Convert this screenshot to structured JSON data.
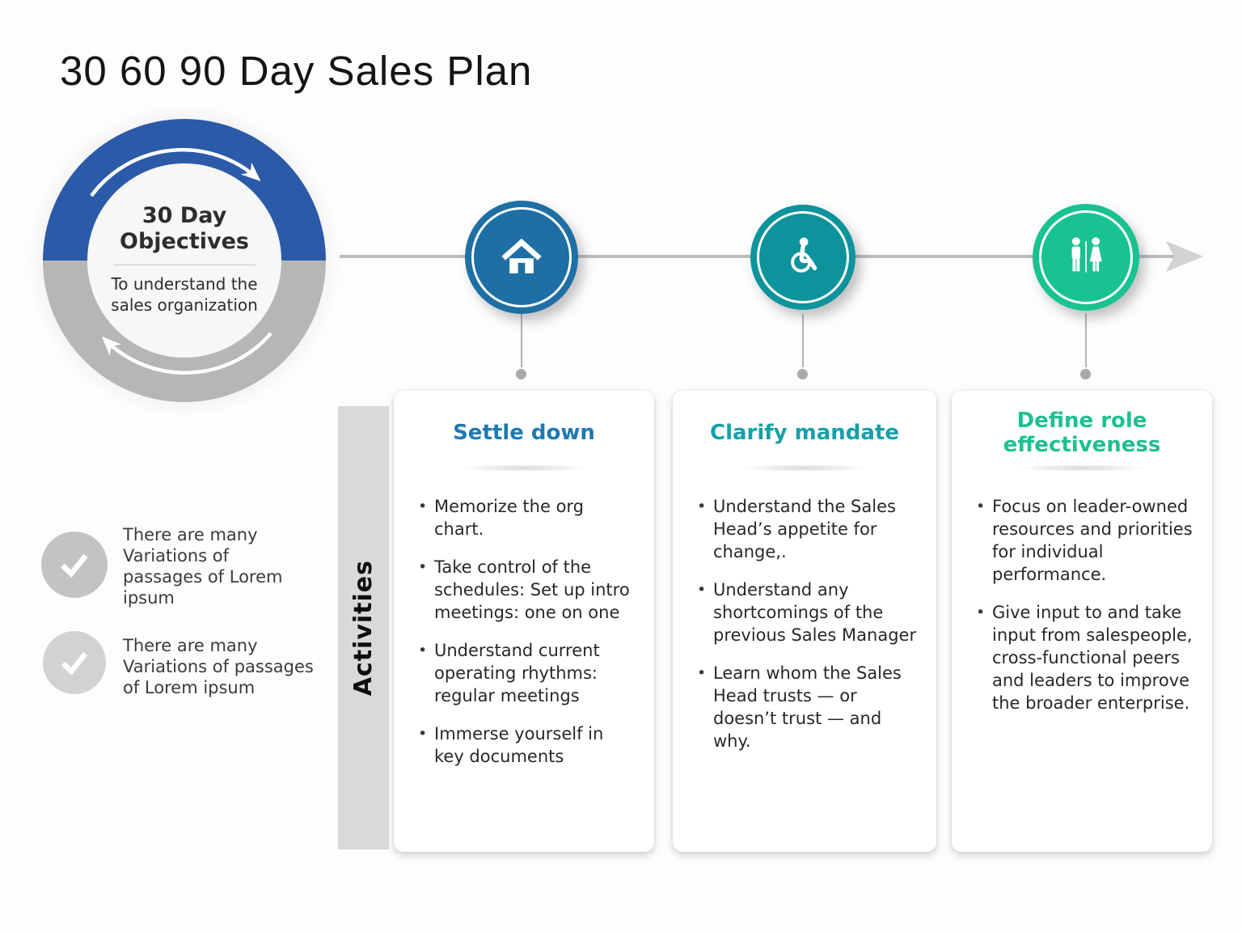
{
  "slide": {
    "title": "30 60 90 Day Sales Plan",
    "background_color": "#fdfdfd"
  },
  "objective_wheel": {
    "heading": "30 Day Objectives",
    "description": "To understand the sales organization",
    "top_color": "#2a5aa8",
    "bottom_color": "#b6b6b6"
  },
  "timeline": {
    "milestones": [
      {
        "icon": "home-icon",
        "color": "#1d6fa5"
      },
      {
        "icon": "wheelchair-icon",
        "color": "#0d939c"
      },
      {
        "icon": "restroom-icon",
        "color": "#18c291"
      }
    ],
    "line_color": "#bdbdbd"
  },
  "activities": {
    "label": "Activities"
  },
  "cards": [
    {
      "title": "Settle down",
      "color": "#1f79b2",
      "bullets": [
        "Memorize the org chart.",
        "Take control of the schedules: Set up intro meetings: one on one",
        "Understand current operating rhythms: regular meetings",
        "Immerse yourself in key documents"
      ]
    },
    {
      "title": "Clarify mandate",
      "color": "#16a0a6",
      "bullets": [
        "Understand the Sales Head’s appetite for change,.",
        "Understand any shortcomings of the previous Sales Manager",
        "Learn whom the Sales Head trusts — or doesn’t trust — and why."
      ]
    },
    {
      "title": "Define role effectiveness",
      "color": "#1fc08f",
      "bullets": [
        "Focus on leader-owned resources and priorities for individual performance.",
        "Give input to and take input from salespeople, cross-functional peers and leaders to improve the broader enterprise."
      ]
    }
  ],
  "notes": [
    {
      "text": "There are many Variations of passages of Lorem ipsum",
      "circle_color": "#c3c3c3"
    },
    {
      "text": "There are many Variations of passages of Lorem ipsum",
      "circle_color": "#d2d2d2"
    }
  ]
}
